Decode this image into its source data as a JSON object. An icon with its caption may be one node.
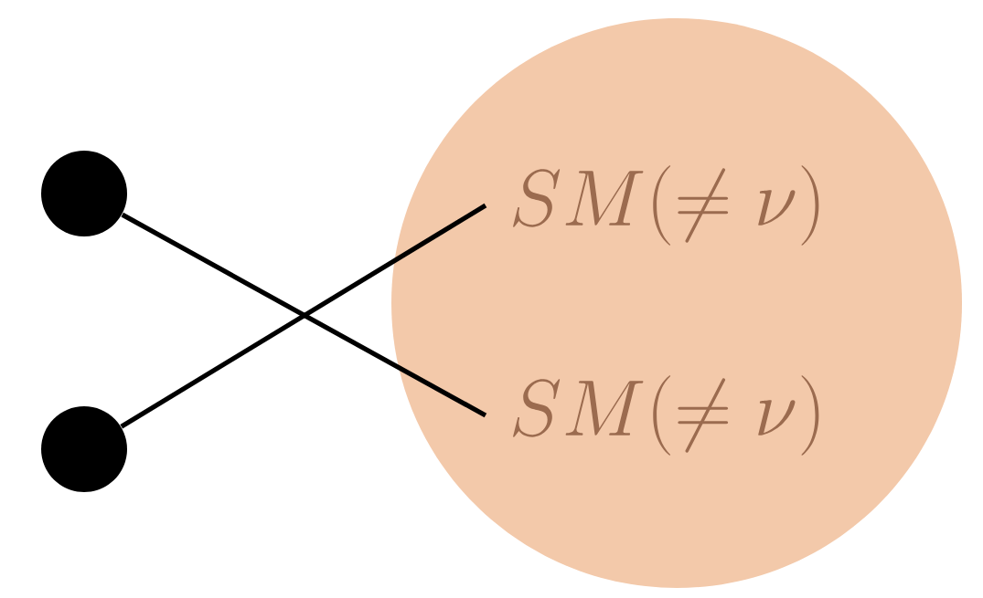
{
  "diagram": {
    "nodes": [
      {
        "text": [],
        "shape": "circle"
      },
      {
        "text": [],
        "shape": "circle"
      },
      {
        "text": [],
        "shape": "circle"
      },
      {
        "text": [
          "SM(\\neq \\nu)"
        ],
        "in": 2
      },
      {
        "text": [
          "SM(\\neq \\nu)"
        ],
        "in": 2
      }
    ],
    "edges": [
      {
        "from": 0,
        "to": 4,
        "arrow": "none"
      },
      {
        "from": 1,
        "to": 3,
        "arrow": "none"
      }
    ]
  }
}
